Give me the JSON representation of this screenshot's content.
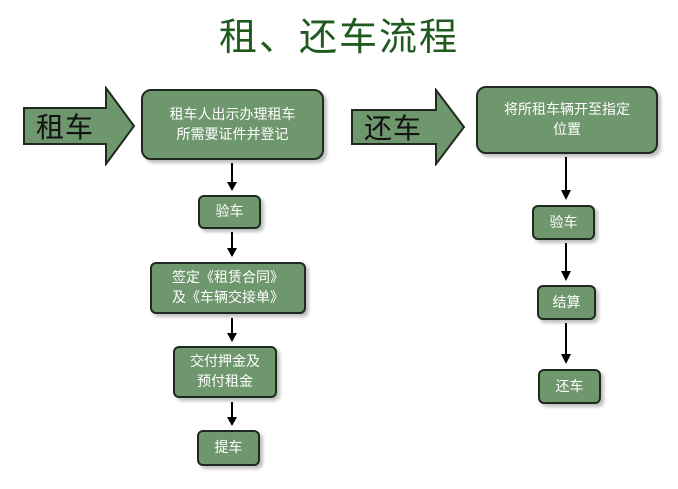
{
  "title": "租、还车流程",
  "rent": {
    "label": "租车",
    "steps": [
      "租车人出示办理租车\n所需要证件并登记",
      "验车",
      "签定《租赁合同》\n及《车辆交接单》",
      "交付押金及\n预付租金",
      "提车"
    ]
  },
  "return": {
    "label": "还车",
    "steps": [
      "将所租车辆开至指定\n位置",
      "验车",
      "结算",
      "还车"
    ]
  },
  "colors": {
    "title": "#1f5a1f",
    "box_fill": "#6f976d",
    "box_border": "#1e2a1e",
    "arrow_fill": "#6f976d"
  }
}
